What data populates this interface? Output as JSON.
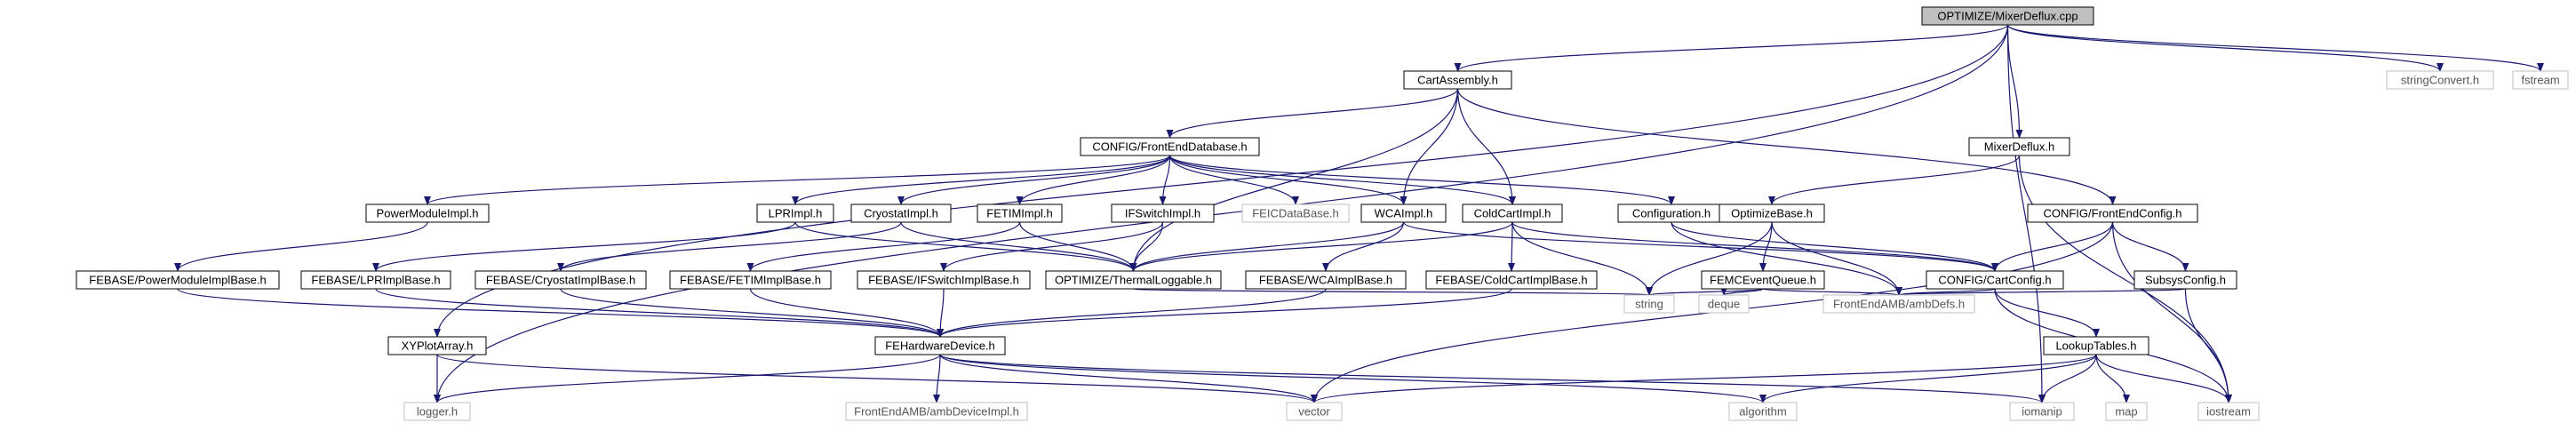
{
  "nodes": [
    {
      "id": "n_root",
      "label": "OPTIMIZE/MixerDeflux.cpp",
      "kind": "root"
    },
    {
      "id": "n_cartassembly",
      "label": "CartAssembly.h",
      "kind": "normal"
    },
    {
      "id": "n_stringconvert",
      "label": "stringConvert.h",
      "kind": "ext"
    },
    {
      "id": "n_fstream",
      "label": "fstream",
      "kind": "ext"
    },
    {
      "id": "n_frontenddb",
      "label": "CONFIG/FrontEndDatabase.h",
      "kind": "normal"
    },
    {
      "id": "n_mixerdeflux",
      "label": "MixerDeflux.h",
      "kind": "normal"
    },
    {
      "id": "n_powermodule",
      "label": "PowerModuleImpl.h",
      "kind": "normal"
    },
    {
      "id": "n_lprimpl",
      "label": "LPRImpl.h",
      "kind": "normal"
    },
    {
      "id": "n_cryostat",
      "label": "CryostatImpl.h",
      "kind": "normal"
    },
    {
      "id": "n_fetim",
      "label": "FETIMImpl.h",
      "kind": "normal"
    },
    {
      "id": "n_ifswitch",
      "label": "IFSwitchImpl.h",
      "kind": "normal"
    },
    {
      "id": "n_feicdb",
      "label": "FEICDataBase.h",
      "kind": "ext"
    },
    {
      "id": "n_wcaimpl",
      "label": "WCAImpl.h",
      "kind": "normal"
    },
    {
      "id": "n_coldcart",
      "label": "ColdCartImpl.h",
      "kind": "normal"
    },
    {
      "id": "n_configuration",
      "label": "Configuration.h",
      "kind": "normal"
    },
    {
      "id": "n_optimizebase",
      "label": "OptimizeBase.h",
      "kind": "normal"
    },
    {
      "id": "n_frontendconfig",
      "label": "CONFIG/FrontEndConfig.h",
      "kind": "normal"
    },
    {
      "id": "n_febase_pm",
      "label": "FEBASE/PowerModuleImplBase.h",
      "kind": "normal"
    },
    {
      "id": "n_febase_lpr",
      "label": "FEBASE/LPRImplBase.h",
      "kind": "normal"
    },
    {
      "id": "n_febase_cryo",
      "label": "FEBASE/CryostatImplBase.h",
      "kind": "normal"
    },
    {
      "id": "n_febase_fetim",
      "label": "FEBASE/FETIMImplBase.h",
      "kind": "normal"
    },
    {
      "id": "n_febase_ifs",
      "label": "FEBASE/IFSwitchImplBase.h",
      "kind": "normal"
    },
    {
      "id": "n_thermal",
      "label": "OPTIMIZE/ThermalLoggable.h",
      "kind": "normal"
    },
    {
      "id": "n_febase_wca",
      "label": "FEBASE/WCAImplBase.h",
      "kind": "normal"
    },
    {
      "id": "n_febase_cc",
      "label": "FEBASE/ColdCartImplBase.h",
      "kind": "normal"
    },
    {
      "id": "n_femcqueue",
      "label": "FEMCEventQueue.h",
      "kind": "normal"
    },
    {
      "id": "n_cartconfig",
      "label": "CONFIG/CartConfig.h",
      "kind": "normal"
    },
    {
      "id": "n_subsys",
      "label": "SubsysConfig.h",
      "kind": "normal"
    },
    {
      "id": "n_string",
      "label": "string",
      "kind": "ext"
    },
    {
      "id": "n_deque",
      "label": "deque",
      "kind": "ext"
    },
    {
      "id": "n_ambdefs",
      "label": "FrontEndAMB/ambDefs.h",
      "kind": "ext"
    },
    {
      "id": "n_fehw",
      "label": "FEHardwareDevice.h",
      "kind": "normal"
    },
    {
      "id": "n_xyplot",
      "label": "XYPlotArray.h",
      "kind": "normal"
    },
    {
      "id": "n_lookup",
      "label": "LookupTables.h",
      "kind": "normal"
    },
    {
      "id": "n_logger",
      "label": "logger.h",
      "kind": "ext"
    },
    {
      "id": "n_ambdevice",
      "label": "FrontEndAMB/ambDeviceImpl.h",
      "kind": "ext"
    },
    {
      "id": "n_vector",
      "label": "vector",
      "kind": "ext"
    },
    {
      "id": "n_algorithm",
      "label": "algorithm",
      "kind": "ext"
    },
    {
      "id": "n_iomanip",
      "label": "iomanip",
      "kind": "ext"
    },
    {
      "id": "n_map",
      "label": "map",
      "kind": "ext"
    },
    {
      "id": "n_iostream",
      "label": "iostream",
      "kind": "ext"
    }
  ],
  "edges": [
    [
      "n_root",
      "n_cartassembly"
    ],
    [
      "n_root",
      "n_stringconvert"
    ],
    [
      "n_root",
      "n_fstream"
    ],
    [
      "n_root",
      "n_mixerdeflux"
    ],
    [
      "n_root",
      "n_logger"
    ],
    [
      "n_root",
      "n_xyplot"
    ],
    [
      "n_root",
      "n_iomanip"
    ],
    [
      "n_cartassembly",
      "n_frontenddb"
    ],
    [
      "n_cartassembly",
      "n_wcaimpl"
    ],
    [
      "n_cartassembly",
      "n_coldcart"
    ],
    [
      "n_cartassembly",
      "n_thermal"
    ],
    [
      "n_cartassembly",
      "n_frontendconfig"
    ],
    [
      "n_frontenddb",
      "n_powermodule"
    ],
    [
      "n_frontenddb",
      "n_lprimpl"
    ],
    [
      "n_frontenddb",
      "n_cryostat"
    ],
    [
      "n_frontenddb",
      "n_fetim"
    ],
    [
      "n_frontenddb",
      "n_ifswitch"
    ],
    [
      "n_frontenddb",
      "n_feicdb"
    ],
    [
      "n_frontenddb",
      "n_wcaimpl"
    ],
    [
      "n_frontenddb",
      "n_coldcart"
    ],
    [
      "n_frontenddb",
      "n_configuration"
    ],
    [
      "n_mixerdeflux",
      "n_optimizebase"
    ],
    [
      "n_mixerdeflux",
      "n_iostream"
    ],
    [
      "n_powermodule",
      "n_febase_pm"
    ],
    [
      "n_lprimpl",
      "n_febase_lpr"
    ],
    [
      "n_lprimpl",
      "n_thermal"
    ],
    [
      "n_cryostat",
      "n_febase_cryo"
    ],
    [
      "n_cryostat",
      "n_thermal"
    ],
    [
      "n_fetim",
      "n_febase_fetim"
    ],
    [
      "n_fetim",
      "n_thermal"
    ],
    [
      "n_ifswitch",
      "n_febase_ifs"
    ],
    [
      "n_ifswitch",
      "n_thermal"
    ],
    [
      "n_wcaimpl",
      "n_febase_wca"
    ],
    [
      "n_wcaimpl",
      "n_thermal"
    ],
    [
      "n_wcaimpl",
      "n_cartconfig"
    ],
    [
      "n_coldcart",
      "n_febase_cc"
    ],
    [
      "n_coldcart",
      "n_thermal"
    ],
    [
      "n_coldcart",
      "n_string"
    ],
    [
      "n_coldcart",
      "n_cartconfig"
    ],
    [
      "n_configuration",
      "n_cartconfig"
    ],
    [
      "n_configuration",
      "n_ambdefs"
    ],
    [
      "n_optimizebase",
      "n_femcqueue"
    ],
    [
      "n_optimizebase",
      "n_string"
    ],
    [
      "n_optimizebase",
      "n_ambdefs"
    ],
    [
      "n_frontendconfig",
      "n_cartconfig"
    ],
    [
      "n_frontendconfig",
      "n_subsys"
    ],
    [
      "n_frontendconfig",
      "n_vector"
    ],
    [
      "n_frontendconfig",
      "n_iostream"
    ],
    [
      "n_febase_pm",
      "n_fehw"
    ],
    [
      "n_febase_lpr",
      "n_fehw"
    ],
    [
      "n_febase_cryo",
      "n_fehw"
    ],
    [
      "n_febase_fetim",
      "n_fehw"
    ],
    [
      "n_febase_ifs",
      "n_fehw"
    ],
    [
      "n_febase_wca",
      "n_fehw"
    ],
    [
      "n_febase_cc",
      "n_fehw"
    ],
    [
      "n_thermal",
      "n_string"
    ],
    [
      "n_femcqueue",
      "n_string"
    ],
    [
      "n_femcqueue",
      "n_deque"
    ],
    [
      "n_femcqueue",
      "n_ambdefs"
    ],
    [
      "n_cartconfig",
      "n_ambdefs"
    ],
    [
      "n_cartconfig",
      "n_lookup"
    ],
    [
      "n_cartconfig",
      "n_iostream"
    ],
    [
      "n_subsys",
      "n_ambdefs"
    ],
    [
      "n_subsys",
      "n_iostream"
    ],
    [
      "n_fehw",
      "n_logger"
    ],
    [
      "n_fehw",
      "n_ambdevice"
    ],
    [
      "n_fehw",
      "n_vector"
    ],
    [
      "n_fehw",
      "n_algorithm"
    ],
    [
      "n_fehw",
      "n_iomanip"
    ],
    [
      "n_xyplot",
      "n_logger"
    ],
    [
      "n_xyplot",
      "n_vector"
    ],
    [
      "n_lookup",
      "n_vector"
    ],
    [
      "n_lookup",
      "n_algorithm"
    ],
    [
      "n_lookup",
      "n_iomanip"
    ],
    [
      "n_lookup",
      "n_map"
    ],
    [
      "n_lookup",
      "n_iostream"
    ]
  ]
}
